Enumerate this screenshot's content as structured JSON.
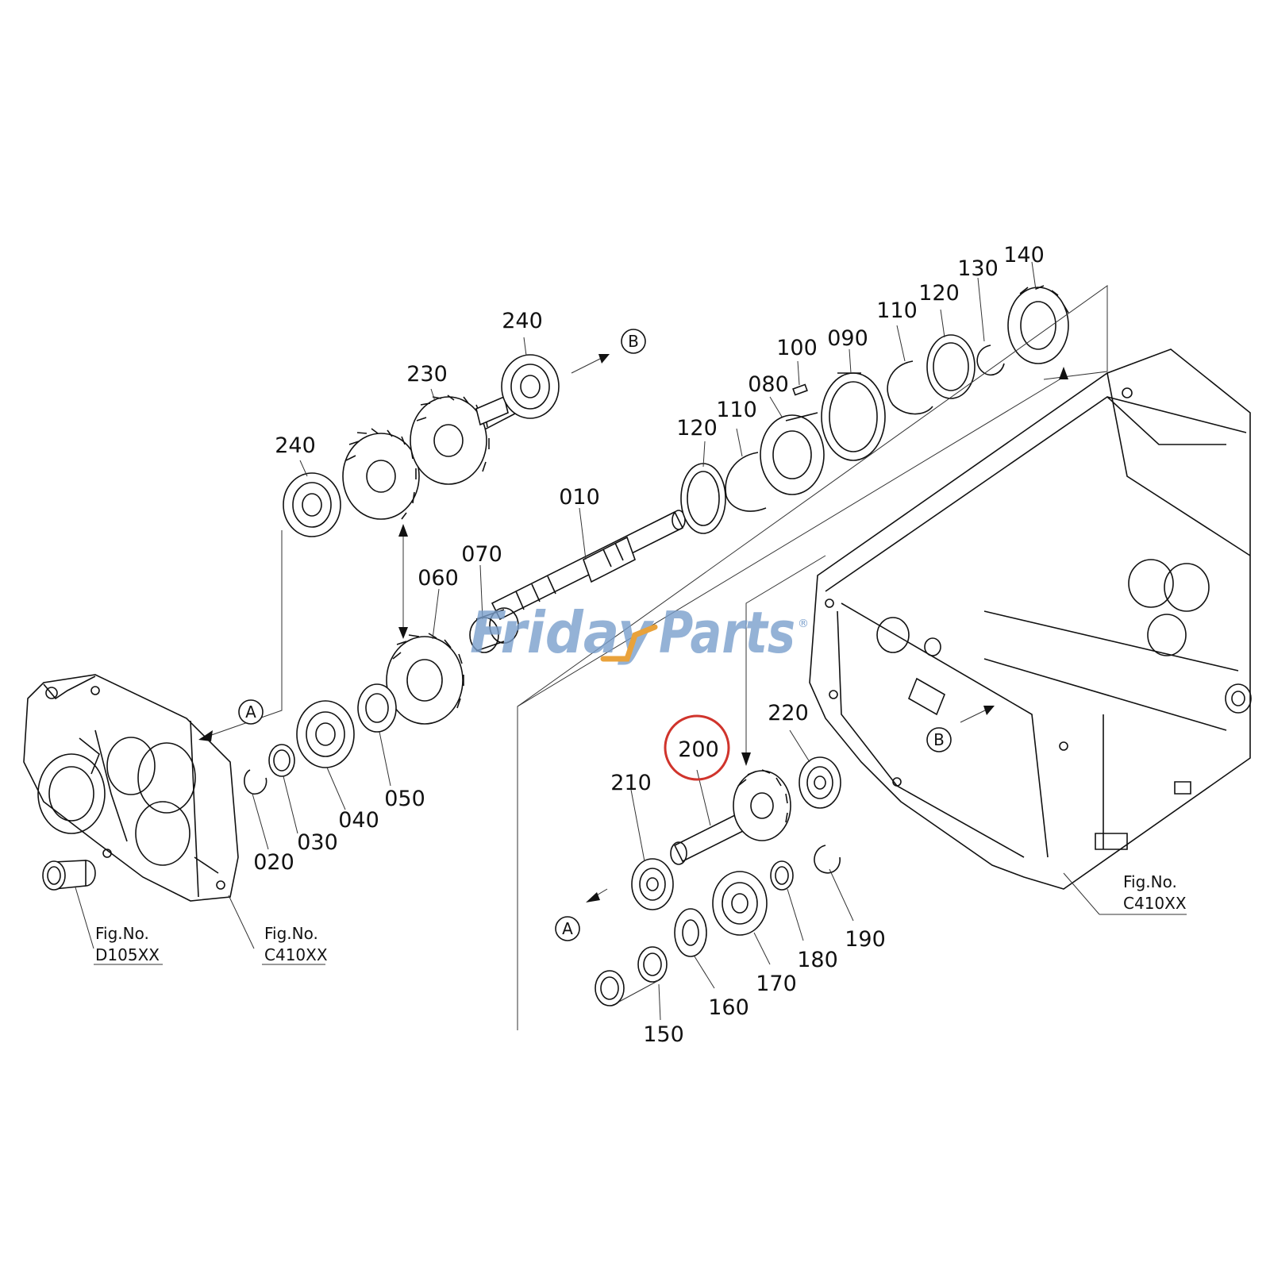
{
  "labels": {
    "p240a": "240",
    "p230": "230",
    "p240b": "240",
    "p010": "010",
    "p070": "070",
    "p060": "060",
    "p120a": "120",
    "p110a": "110",
    "p080": "080",
    "p100": "100",
    "p090": "090",
    "p110b": "110",
    "p120b": "120",
    "p130": "130",
    "p140": "140",
    "p020": "020",
    "p030": "030",
    "p040": "040",
    "p050": "050",
    "p200": "200",
    "p210": "210",
    "p220": "220",
    "p150": "150",
    "p160": "160",
    "p170": "170",
    "p180": "180",
    "p190": "190"
  },
  "refs": {
    "fig_label": "Fig.No.",
    "d105": "D105XX",
    "c410_left": "C410XX",
    "c410_right": "C410XX"
  },
  "markers": {
    "a": "A",
    "b": "B"
  },
  "watermark": {
    "part1": "Friday",
    "part2": "Parts",
    "reg": "®",
    "color_main": "#7a9fcc",
    "color_accent": "#e9a23b"
  },
  "highlight_color": "#d0342c"
}
